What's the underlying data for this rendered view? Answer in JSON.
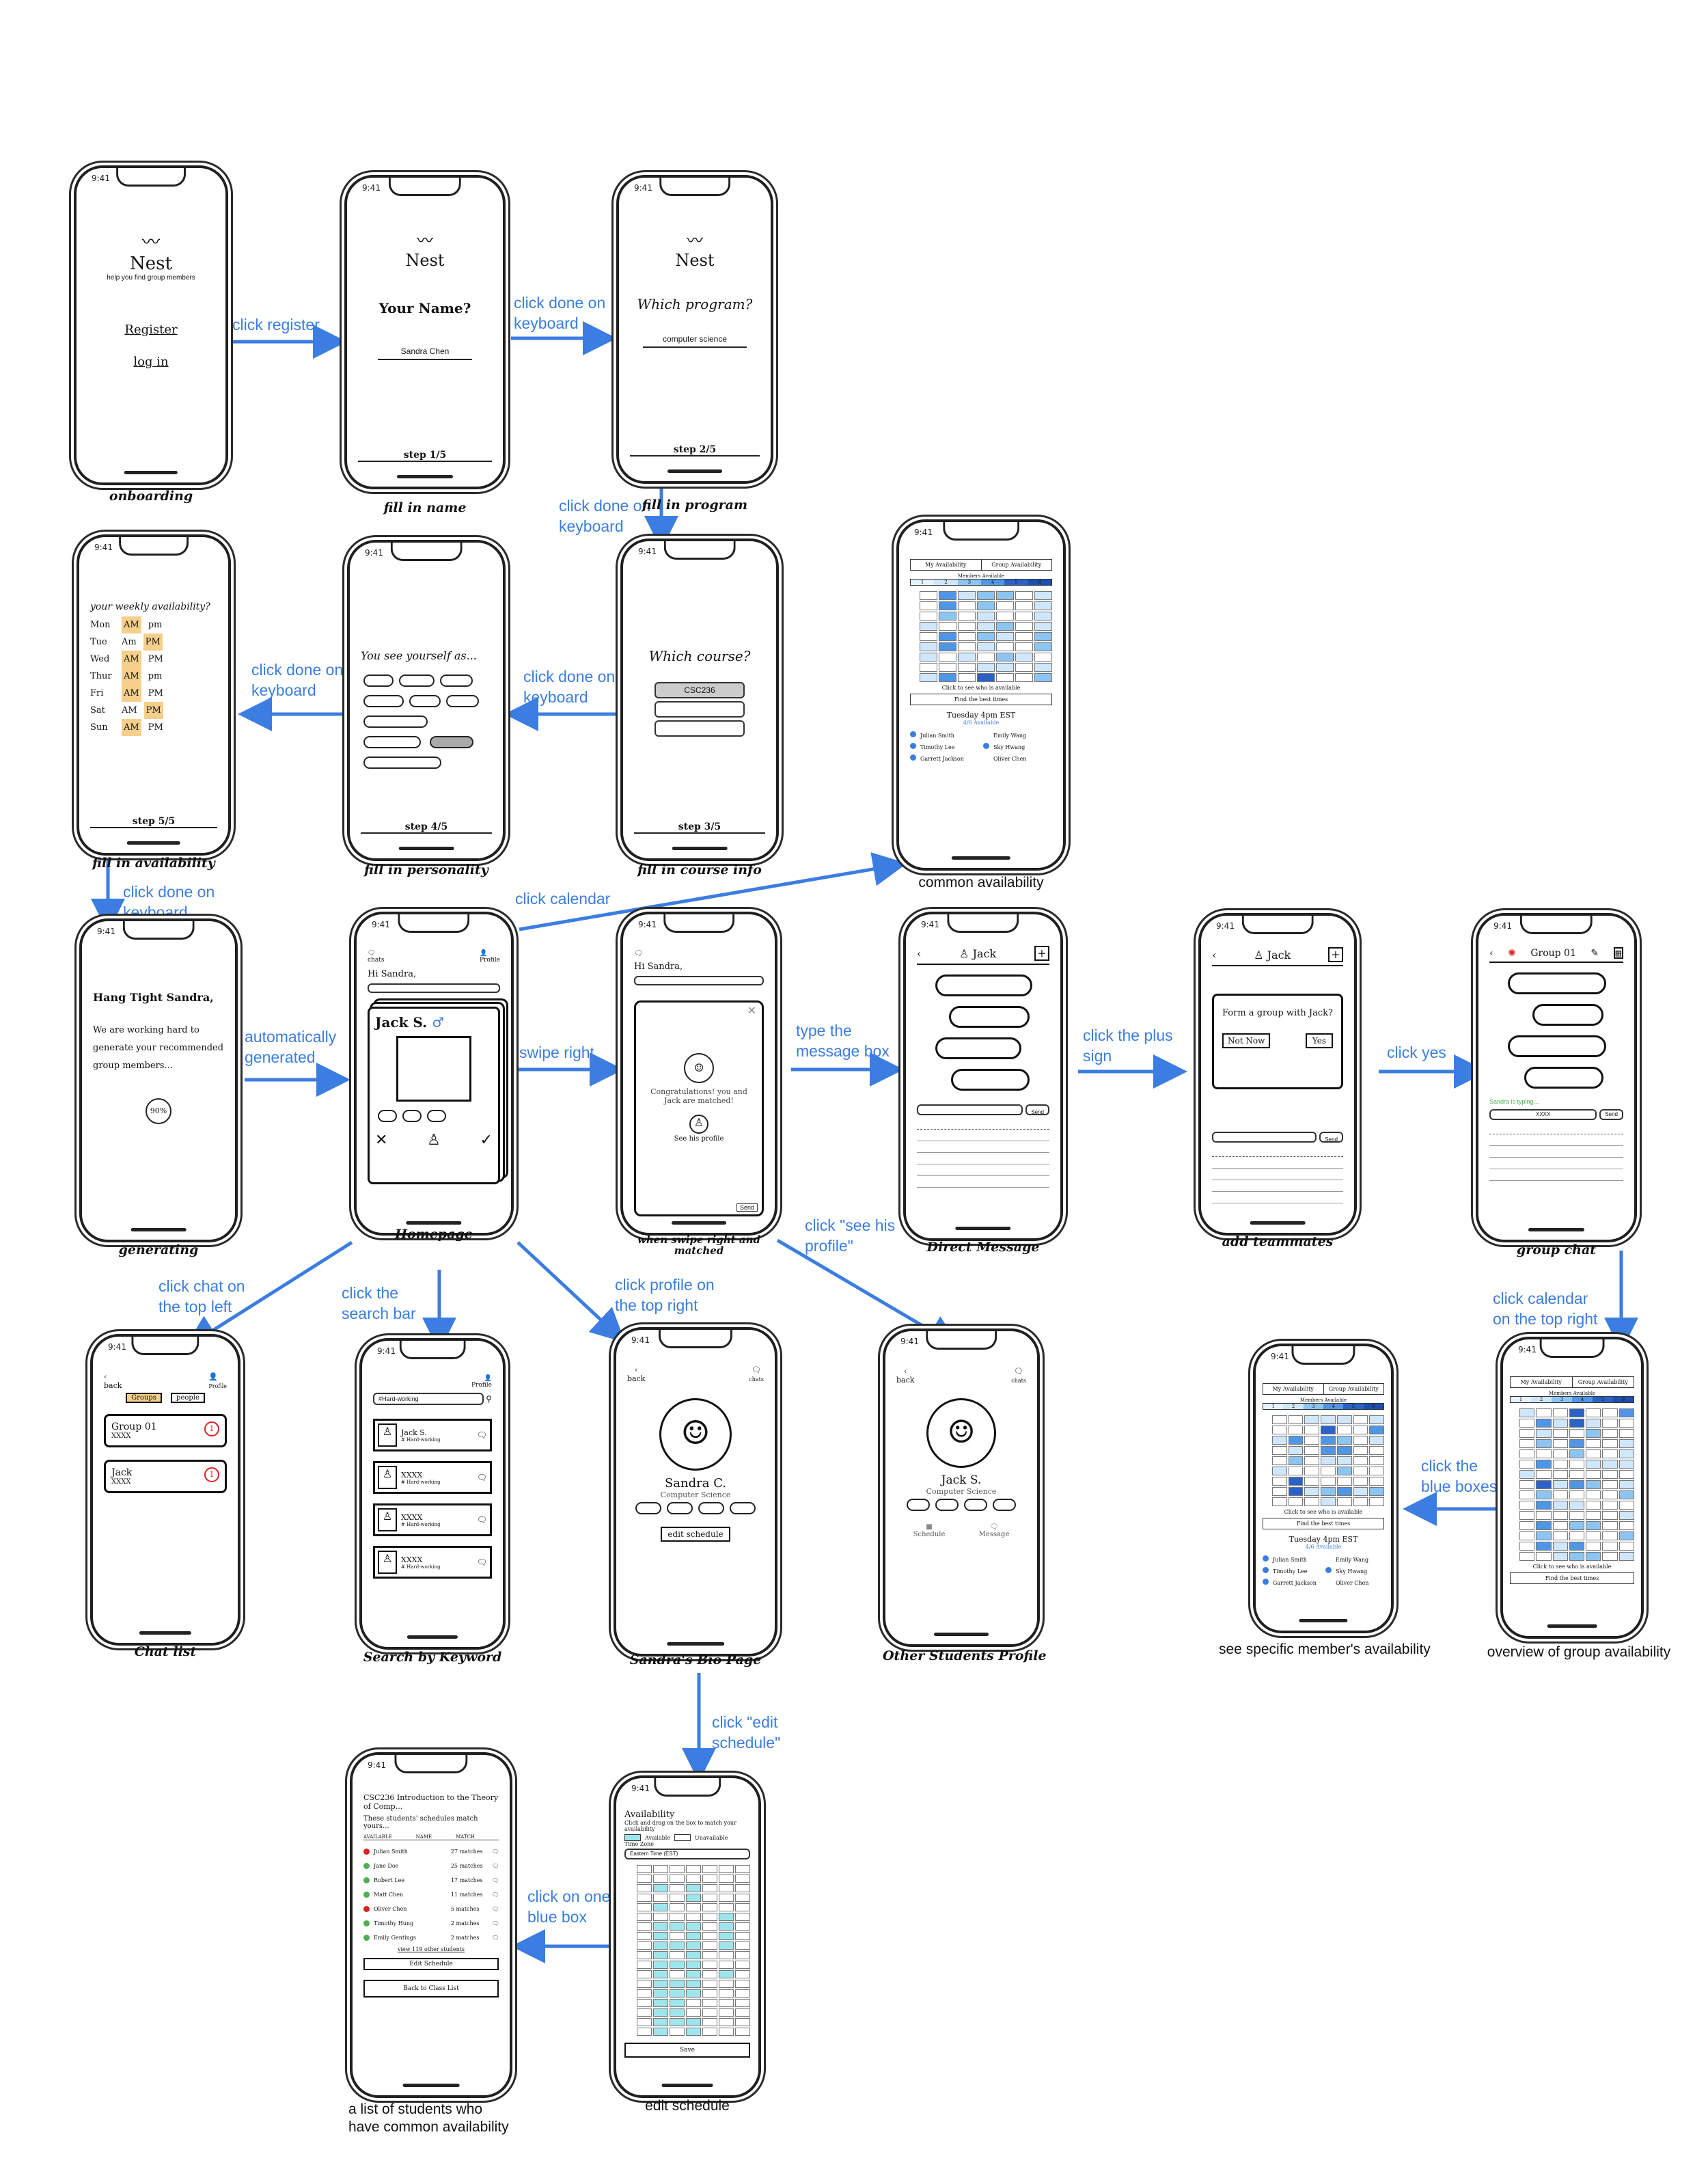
{
  "screens": {
    "onboarding": {
      "caption": "onboarding",
      "clock": "9:41",
      "logo": "Nest",
      "tagline": "help you find group members",
      "register": "Register",
      "login": "log in"
    },
    "fill_name": {
      "caption": "fill in name",
      "clock": "9:41",
      "logo": "Nest",
      "prompt": "Your Name?",
      "value": "Sandra Chen",
      "step": "step 1/5"
    },
    "fill_program": {
      "caption": "fill in program",
      "clock": "9:41",
      "logo": "Nest",
      "prompt": "Which program?",
      "value": "computer science",
      "step": "step 2/5"
    },
    "fill_availability": {
      "caption": "fill in availability",
      "clock": "9:41",
      "prompt": "your weekly availability?",
      "step": "step 5/5",
      "days": [
        {
          "d": "Mon",
          "am": "AM",
          "pm": "pm",
          "hl": "am"
        },
        {
          "d": "Tue",
          "am": "Am",
          "pm": "PM",
          "hl": "pm"
        },
        {
          "d": "Wed",
          "am": "AM",
          "pm": "PM",
          "hl": "am"
        },
        {
          "d": "Thur",
          "am": "AM",
          "pm": "pm",
          "hl": "am"
        },
        {
          "d": "Fri",
          "am": "AM",
          "pm": "PM",
          "hl": "am"
        },
        {
          "d": "Sat",
          "am": "AM",
          "pm": "PM",
          "hl": "pm"
        },
        {
          "d": "Sun",
          "am": "AM",
          "pm": "PM",
          "hl": "am"
        }
      ]
    },
    "fill_personality": {
      "caption": "fill in personality",
      "clock": "9:41",
      "prompt": "You see yourself as...",
      "step": "step 4/5"
    },
    "fill_course": {
      "caption": "fill in course info",
      "clock": "9:41",
      "prompt": "Which course?",
      "value": "CSC236",
      "step": "step 3/5"
    },
    "common_availability": {
      "caption": "common availability",
      "clock": "9:41",
      "tab1": "My Availability",
      "tab2": "Group Availability",
      "legend_title": "Members Available",
      "legend": [
        "1",
        "2",
        "3",
        "4",
        "5",
        "6"
      ],
      "hint": "Click to see who is available",
      "find_btn": "Find the best times",
      "slot": "Tuesday   4pm EST",
      "count": "4/6 Available",
      "members": [
        {
          "name": "Julian Smith",
          "c": "#3b7de0"
        },
        {
          "name": "Emily Wang",
          "c": ""
        },
        {
          "name": "Timothy Lee",
          "c": "#3b7de0"
        },
        {
          "name": "Sky Hwang",
          "c": "#3b7de0"
        },
        {
          "name": "Garrett Jackson",
          "c": "#3b7de0"
        },
        {
          "name": "Oliver Chen",
          "c": ""
        }
      ]
    },
    "generating": {
      "caption": "generating",
      "clock": "9:41",
      "title": "Hang Tight Sandra,",
      "text": "We are working hard to generate your recommended group members...",
      "progress": "90%"
    },
    "homepage": {
      "caption": "Homepage",
      "clock": "9:41",
      "greeting": "Hi Sandra,",
      "card_name": "Jack S.",
      "icon_left": "chats",
      "icon_right": "Profile",
      "cross": "✕",
      "check": "✓"
    },
    "matched": {
      "caption": "when swipe right and matched",
      "clock": "9:41",
      "greeting": "Hi Sandra,",
      "congrats": "Congratulations! you and Jack are matched!",
      "see_profile": "See his profile",
      "send": "Send"
    },
    "direct_message": {
      "caption": "Direct Message",
      "clock": "9:41",
      "title": "Jack",
      "send": "Send"
    },
    "add_teammates": {
      "caption": "add teammates",
      "clock": "9:41",
      "title": "Jack",
      "dialog": "Form a group with Jack?",
      "not_now": "Not Now",
      "yes": "Yes",
      "send": "Send"
    },
    "group_chat": {
      "caption": "group chat",
      "clock": "9:41",
      "title": "Group 01",
      "typing": "Sandra is typing...",
      "input": "XXXX",
      "send": "Send"
    },
    "chat_list": {
      "caption": "Chat list",
      "clock": "9:41",
      "back": "back",
      "profile": "Profile",
      "tab1": "Groups",
      "tab2": "people",
      "items": [
        {
          "name": "Group 01",
          "sub": "XXXX",
          "badge": "1"
        },
        {
          "name": "Jack",
          "sub": "XXXX",
          "badge": "1"
        }
      ]
    },
    "search": {
      "caption": "Search by Keyword",
      "clock": "9:41",
      "profile": "Profile",
      "query": "#Hard-working",
      "items": [
        {
          "name": "Jack S.",
          "tag": "# Hard-working"
        },
        {
          "name": "XXXX",
          "tag": "# Hard-working"
        },
        {
          "name": "XXXX",
          "tag": "# Hard-working"
        },
        {
          "name": "XXXX",
          "tag": "# Hard-working"
        }
      ]
    },
    "bio": {
      "caption": "Sandra's Bio Page",
      "clock": "9:41",
      "back": "back",
      "chats": "chats",
      "name": "Sandra C.",
      "program": "Computer Science",
      "edit": "edit schedule"
    },
    "other_profile": {
      "caption": "Other Students Profile",
      "clock": "9:41",
      "back": "back",
      "chats": "chats",
      "name": "Jack S.",
      "program": "Computer Science",
      "schedule": "Schedule",
      "message": "Message"
    },
    "member_availability": {
      "caption": "see specific member's availability",
      "clock": "9:41",
      "tab1": "My Availability",
      "tab2": "Group Availability",
      "legend_title": "Members Available",
      "legend": [
        "1",
        "2",
        "3",
        "4",
        "5",
        "6"
      ],
      "hint": "Click to see who is available",
      "find_btn": "Find the best times",
      "slot": "Tuesday   4pm EST",
      "count": "4/6 Available",
      "members": [
        {
          "name": "Julian Smith",
          "c": "#3b7de0"
        },
        {
          "name": "Emily Wang",
          "c": ""
        },
        {
          "name": "Timothy Lee",
          "c": "#3b7de0"
        },
        {
          "name": "Sky Hwang",
          "c": "#3b7de0"
        },
        {
          "name": "Garrett Jackson",
          "c": "#3b7de0"
        },
        {
          "name": "Oliver Chen",
          "c": ""
        }
      ]
    },
    "group_overview": {
      "caption": "overview of group availability",
      "clock": "9:41",
      "tab1": "My Availability",
      "tab2": "Group Availability",
      "legend_title": "Members Available",
      "legend": [
        "1",
        "2",
        "3",
        "4",
        "5",
        "6"
      ],
      "hint": "Click to see who is available",
      "find_btn": "Find the best times"
    },
    "common_students": {
      "caption": "a list of students who\nhave common availability",
      "clock": "9:41",
      "course": "CSC236 Introduction to the Theory of Comp...",
      "sub": "These students' schedules match yours...",
      "h1": "AVAILABLE",
      "h2": "NAME",
      "h3": "MATCH",
      "rows": [
        {
          "name": "Julian Smith",
          "match": "27 matches",
          "c": "#d22"
        },
        {
          "name": "Jane Doe",
          "match": "25 matches",
          "c": "#4caf50"
        },
        {
          "name": "Robert Lee",
          "match": "17 matches",
          "c": "#4caf50"
        },
        {
          "name": "Matt Chen",
          "match": "11 matches",
          "c": "#4caf50"
        },
        {
          "name": "Oliver Chen",
          "match": "5 matches",
          "c": "#d22"
        },
        {
          "name": "Timothy Hung",
          "match": "2 matches",
          "c": "#4caf50"
        },
        {
          "name": "Emily Gentings",
          "match": "2 matches",
          "c": "#4caf50"
        }
      ],
      "view_more": "view 119 other students",
      "edit": "Edit Schedule",
      "back": "Back to Class List"
    },
    "edit_schedule": {
      "caption": "edit schedule",
      "clock": "9:41",
      "title": "Availability",
      "desc": "Click and drag on the box to match your availability",
      "available": "Available",
      "unavailable": "Unavailable",
      "tz_label": "Time Zone",
      "tz": "Eastern Time (EST)",
      "save": "Save"
    }
  },
  "transitions": {
    "register": "click register",
    "done_name": "click done on\nkeyboard",
    "done_program": "click done on\nkeyboard",
    "done_course": "click done on\nkeyboard",
    "done_personality": "click done on\nkeyboard",
    "done_availability": "click done on\nkeyboard",
    "auto": "automatically\ngenerated",
    "calendar": "click calendar",
    "swipe": "swipe right",
    "type_message": "type the\nmessage box",
    "plus": "click the plus\nsign",
    "yes": "click yes",
    "see_his_profile": "click \"see his\nprofile\"",
    "chat_top_left": "click chat on\nthe top left",
    "search_bar": "click the\nsearch bar",
    "profile_top_right": "click profile on\nthe top right",
    "calendar_top_right": "click calendar\non the top right",
    "blue_boxes": "click the\nblue boxes",
    "edit_schedule": "click \"edit\nschedule\"",
    "one_blue_box": "click on one\nblue box"
  }
}
